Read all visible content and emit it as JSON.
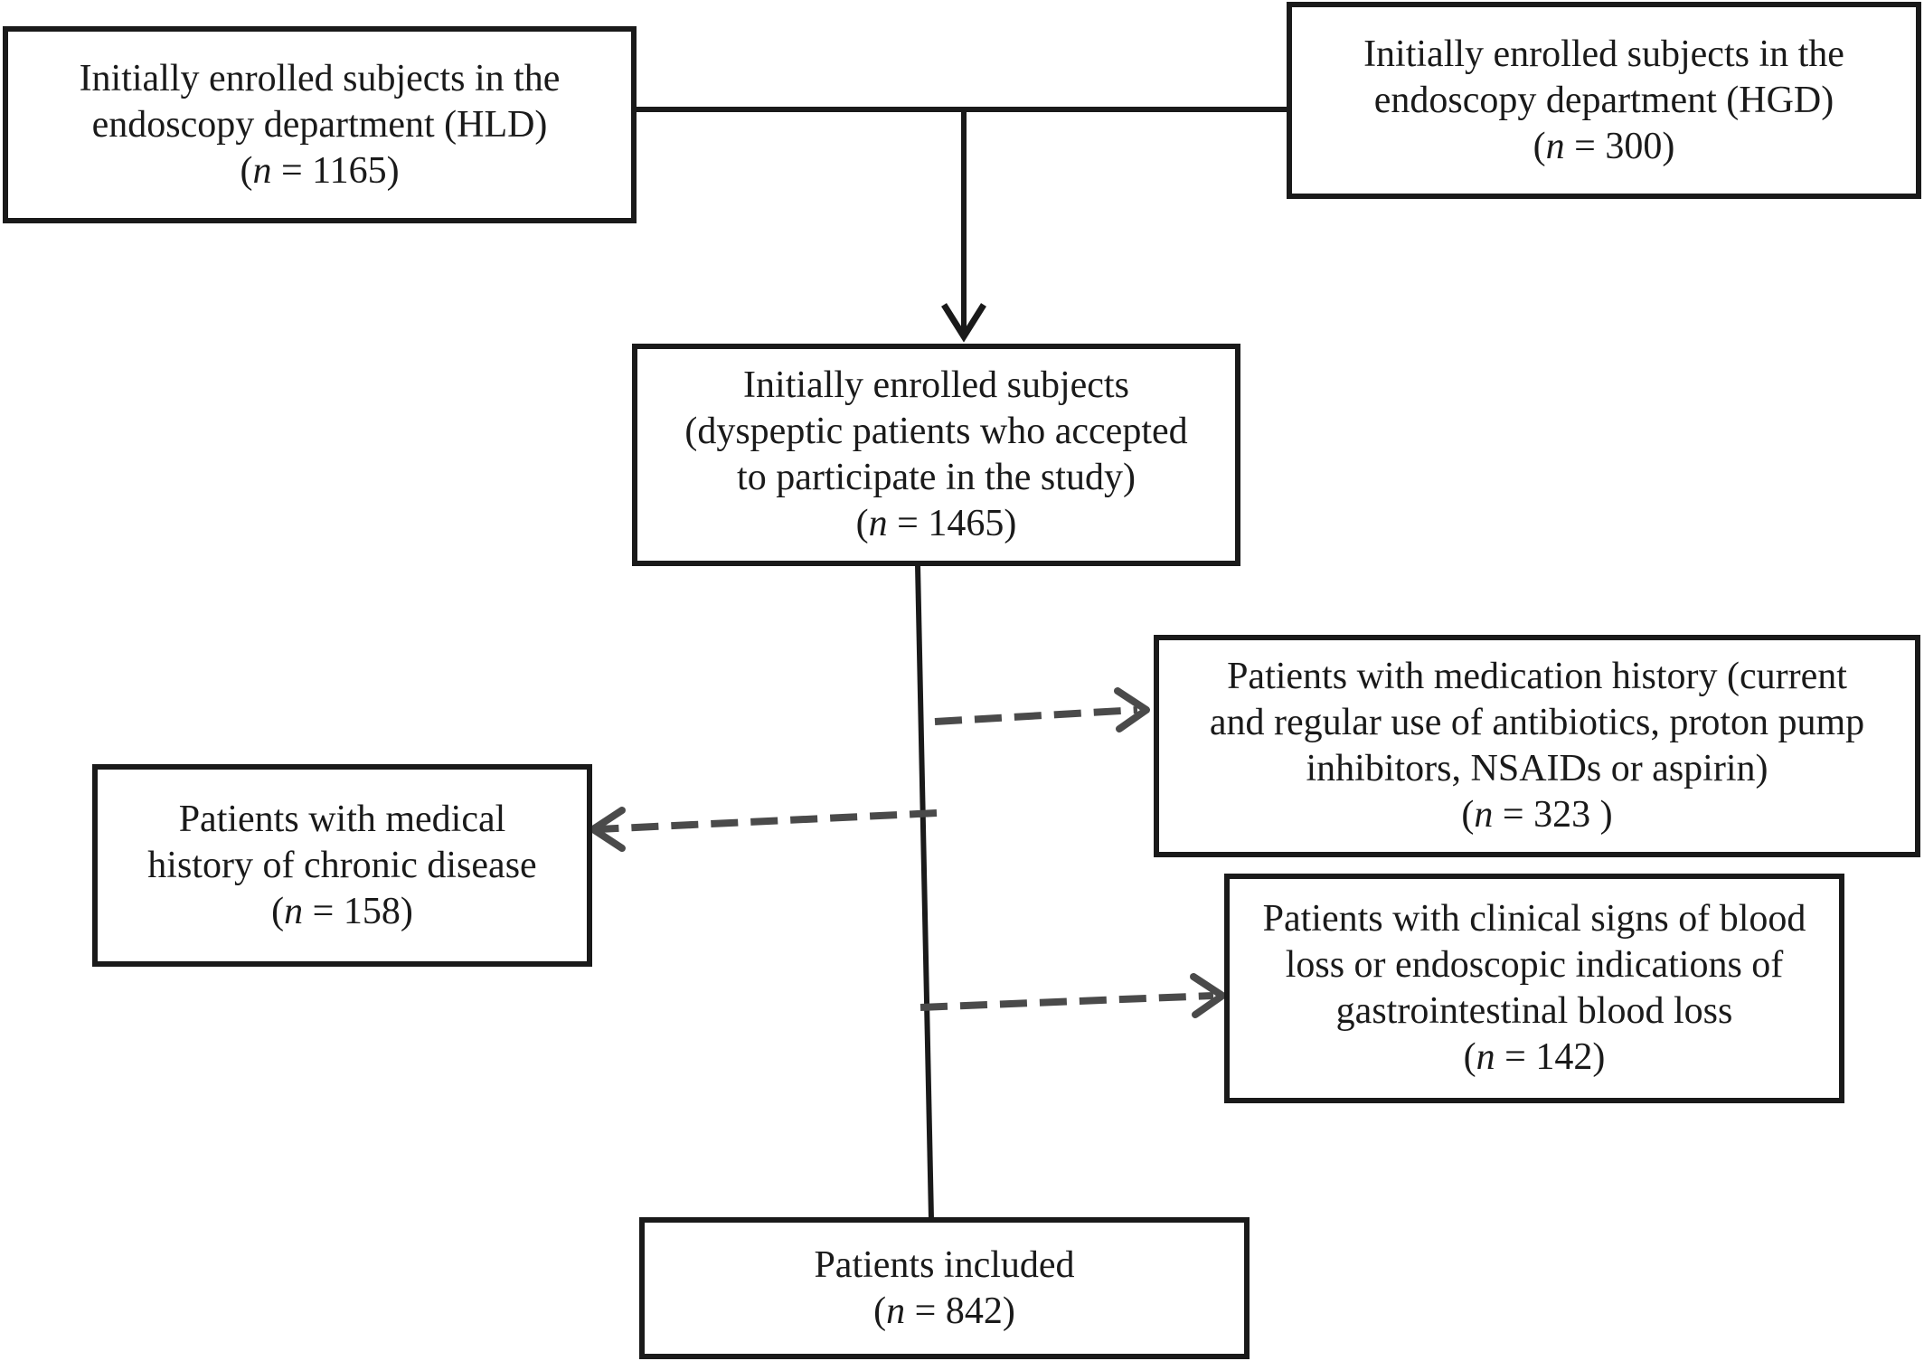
{
  "nodes": {
    "hld": {
      "lines": [
        "Initially enrolled subjects in the",
        "endoscopy department (HLD)"
      ],
      "count_var": "n",
      "count_rest": " = 1165)"
    },
    "hgd": {
      "lines": [
        "Initially enrolled subjects in the",
        "endoscopy department (HGD)"
      ],
      "count_var": "n",
      "count_rest": " = 300)"
    },
    "enrolled": {
      "lines": [
        "Initially enrolled subjects",
        "(dyspeptic patients who accepted",
        "to participate in the study)"
      ],
      "count_var": "n",
      "count_rest": " = 1465)"
    },
    "medication": {
      "lines": [
        "Patients with medication history (current",
        "and regular use of antibiotics, proton pump",
        "inhibitors, NSAIDs or aspirin)"
      ],
      "count_var": "n",
      "count_rest": " = 323 )"
    },
    "chronic": {
      "lines": [
        "Patients with medical",
        "history of chronic disease"
      ],
      "count_var": "n",
      "count_rest": " = 158)"
    },
    "bloodloss": {
      "lines": [
        "Patients with clinical signs of blood",
        "loss or endoscopic indications  of",
        "gastrointestinal blood loss"
      ],
      "count_var": "n",
      "count_rest": " = 142)"
    },
    "included": {
      "lines": [
        "Patients included"
      ],
      "count_var": "n",
      "count_rest": " = 842)"
    }
  },
  "count_open": "(",
  "colors": {
    "solid_line": "#1a1a1a",
    "dashed_arrow": "#4a4a4a",
    "box_border": "#1a1a1a",
    "background": "#ffffff"
  }
}
